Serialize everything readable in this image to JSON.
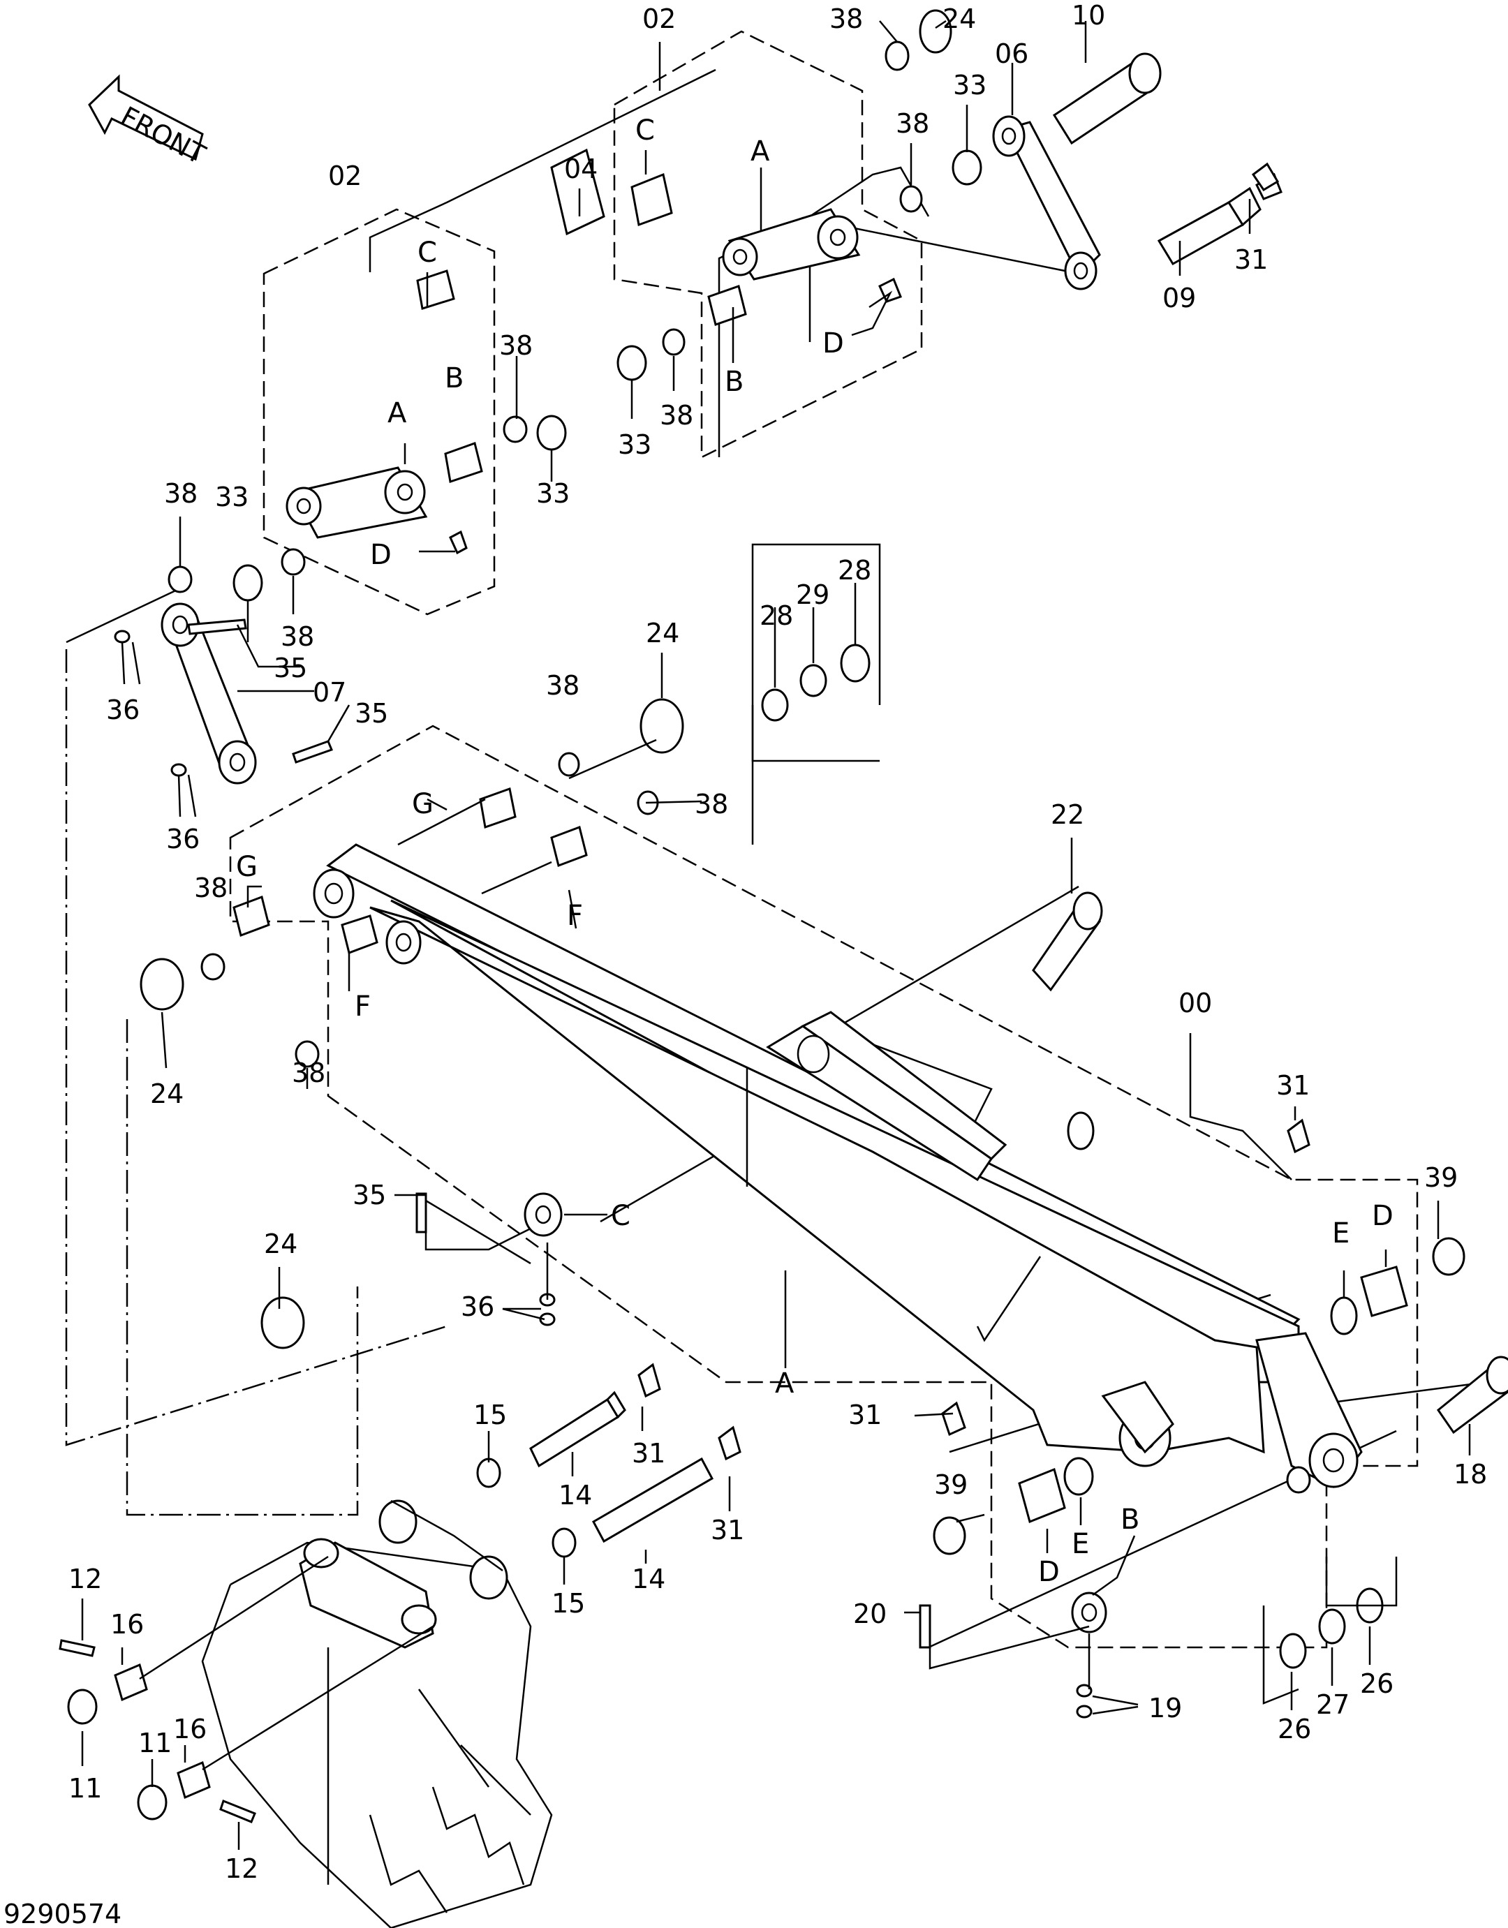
{
  "front_badge": {
    "label": "FRONT"
  },
  "drawing_number": "9290574",
  "callouts": [
    {
      "name": "callout-02-top",
      "text": "02"
    },
    {
      "name": "callout-02-left",
      "text": "02"
    },
    {
      "name": "callout-38-a",
      "text": "38"
    },
    {
      "name": "callout-24-a",
      "text": "24"
    },
    {
      "name": "callout-10",
      "text": "10"
    },
    {
      "name": "callout-06",
      "text": "06"
    },
    {
      "name": "callout-33-a",
      "text": "33"
    },
    {
      "name": "callout-38-b",
      "text": "38"
    },
    {
      "name": "callout-31-a",
      "text": "31"
    },
    {
      "name": "callout-09",
      "text": "09"
    },
    {
      "name": "callout-04",
      "text": "04"
    },
    {
      "name": "callout-C-a",
      "text": "C"
    },
    {
      "name": "callout-A-a",
      "text": "A"
    },
    {
      "name": "callout-D-a",
      "text": "D"
    },
    {
      "name": "callout-B-a",
      "text": "B"
    },
    {
      "name": "callout-33-b",
      "text": "33"
    },
    {
      "name": "callout-38-c",
      "text": "38"
    },
    {
      "name": "callout-C-b",
      "text": "C"
    },
    {
      "name": "callout-B-b",
      "text": "B"
    },
    {
      "name": "callout-A-b",
      "text": "A"
    },
    {
      "name": "callout-38-d",
      "text": "38"
    },
    {
      "name": "callout-33-c",
      "text": "33"
    },
    {
      "name": "callout-38-e",
      "text": "38"
    },
    {
      "name": "callout-33-d",
      "text": "33"
    },
    {
      "name": "callout-D-b",
      "text": "D"
    },
    {
      "name": "callout-38-f",
      "text": "38"
    },
    {
      "name": "callout-35-a",
      "text": "35"
    },
    {
      "name": "callout-36-a",
      "text": "36"
    },
    {
      "name": "callout-07",
      "text": "07"
    },
    {
      "name": "callout-35-b",
      "text": "35"
    },
    {
      "name": "callout-36-b",
      "text": "36"
    },
    {
      "name": "callout-24-b",
      "text": "24"
    },
    {
      "name": "callout-38-g",
      "text": "38"
    },
    {
      "name": "callout-38-h",
      "text": "38"
    },
    {
      "name": "callout-28-a",
      "text": "28"
    },
    {
      "name": "callout-29",
      "text": "29"
    },
    {
      "name": "callout-28-b",
      "text": "28"
    },
    {
      "name": "callout-G-a",
      "text": "G"
    },
    {
      "name": "callout-G-b",
      "text": "G"
    },
    {
      "name": "callout-F-a",
      "text": "F"
    },
    {
      "name": "callout-38-i",
      "text": "38"
    },
    {
      "name": "callout-F-b",
      "text": "F"
    },
    {
      "name": "callout-38-j",
      "text": "38"
    },
    {
      "name": "callout-24-c",
      "text": "24"
    },
    {
      "name": "callout-22",
      "text": "22"
    },
    {
      "name": "callout-00",
      "text": "00"
    },
    {
      "name": "callout-31-b",
      "text": "31"
    },
    {
      "name": "callout-39-a",
      "text": "39"
    },
    {
      "name": "callout-E-a",
      "text": "E"
    },
    {
      "name": "callout-D-c",
      "text": "D"
    },
    {
      "name": "callout-35-c",
      "text": "35"
    },
    {
      "name": "callout-C-c",
      "text": "C"
    },
    {
      "name": "callout-36-c",
      "text": "36"
    },
    {
      "name": "callout-A-c",
      "text": "A"
    },
    {
      "name": "callout-24-d",
      "text": "24"
    },
    {
      "name": "callout-15-a",
      "text": "15"
    },
    {
      "name": "callout-31-c",
      "text": "31"
    },
    {
      "name": "callout-14-a",
      "text": "14"
    },
    {
      "name": "callout-31-d",
      "text": "31"
    },
    {
      "name": "callout-14-b",
      "text": "14"
    },
    {
      "name": "callout-15-b",
      "text": "15"
    },
    {
      "name": "callout-31-e",
      "text": "31"
    },
    {
      "name": "callout-39-b",
      "text": "39"
    },
    {
      "name": "callout-D-d",
      "text": "D"
    },
    {
      "name": "callout-E-b",
      "text": "E"
    },
    {
      "name": "callout-B-c",
      "text": "B"
    },
    {
      "name": "callout-18",
      "text": "18"
    },
    {
      "name": "callout-20",
      "text": "20"
    },
    {
      "name": "callout-19",
      "text": "19"
    },
    {
      "name": "callout-26-a",
      "text": "26"
    },
    {
      "name": "callout-27",
      "text": "27"
    },
    {
      "name": "callout-26-b",
      "text": "26"
    },
    {
      "name": "callout-12-a",
      "text": "12"
    },
    {
      "name": "callout-16-a",
      "text": "16"
    },
    {
      "name": "callout-11-a",
      "text": "11"
    },
    {
      "name": "callout-11-b",
      "text": "11"
    },
    {
      "name": "callout-16-b",
      "text": "16"
    },
    {
      "name": "callout-12-b",
      "text": "12"
    }
  ]
}
